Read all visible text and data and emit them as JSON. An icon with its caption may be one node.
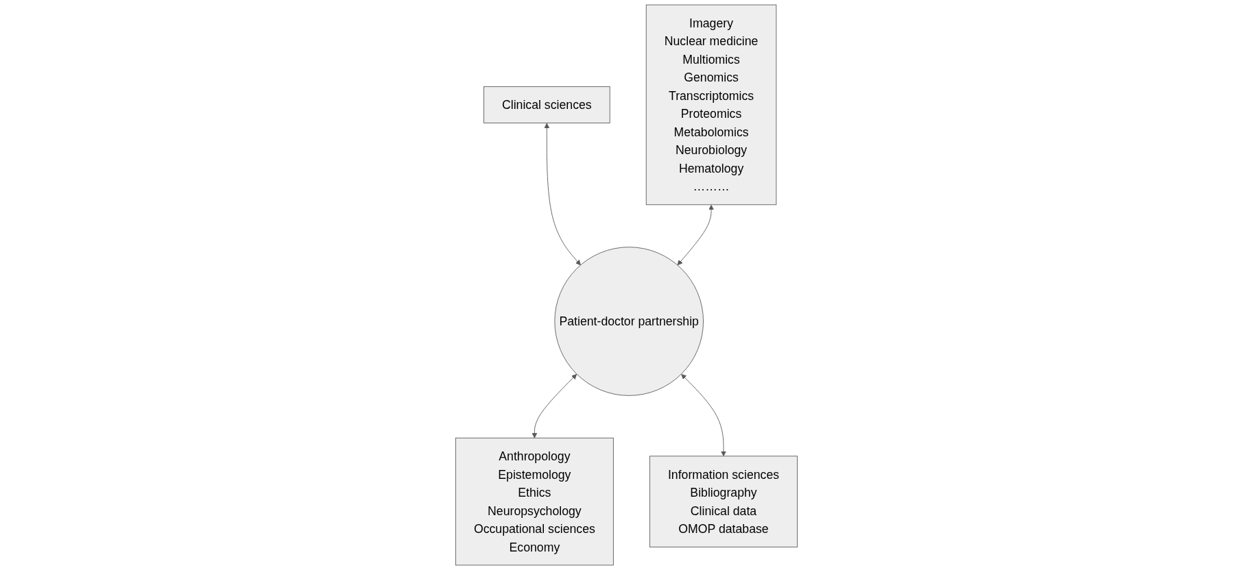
{
  "diagram": {
    "nodes": [
      {
        "text": [
          "Clinical sciences"
        ]
      },
      {
        "text": [
          "Imagery",
          "Nuclear medicine",
          "Multiomics",
          "Genomics",
          "Transcriptomics",
          "Proteomics",
          "Metabolomics",
          "Neurobiology",
          "Hematology",
          "………"
        ]
      },
      {
        "text": [
          "Patient-doctor partnership"
        ]
      },
      {
        "text": [
          "Anthropology",
          "Epistemology",
          "Ethics",
          "Neuropsychology",
          "Occupational sciences",
          "Economy"
        ]
      },
      {
        "text": [
          "Information sciences",
          "Bibliography",
          "Clinical data",
          "OMOP database"
        ]
      }
    ],
    "edges": [
      {
        "from": 0,
        "to": 2,
        "arrow": "both"
      },
      {
        "from": 1,
        "to": 2,
        "arrow": "both"
      },
      {
        "from": 2,
        "to": 3,
        "arrow": "both"
      },
      {
        "from": 2,
        "to": 4,
        "arrow": "both"
      }
    ]
  }
}
